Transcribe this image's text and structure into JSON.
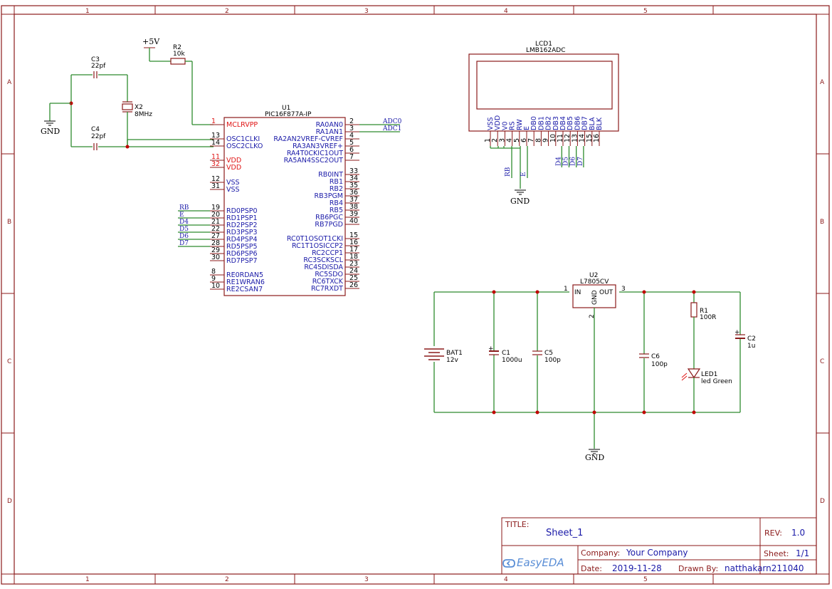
{
  "rulers": {
    "columns": [
      "1",
      "2",
      "3",
      "4",
      "5"
    ],
    "rows": [
      "A",
      "B",
      "C",
      "D"
    ]
  },
  "power": {
    "vcc_label": "+5V",
    "gnd_label": "GND"
  },
  "parts": {
    "r2": {
      "ref": "R2",
      "value": "10k"
    },
    "c3": {
      "ref": "C3",
      "value": "22pf"
    },
    "c4": {
      "ref": "C4",
      "value": "22pf"
    },
    "x2": {
      "ref": "X2",
      "value": "8MHz"
    },
    "u1": {
      "ref": "U1",
      "value": "PIC16F877A-IP"
    },
    "lcd1": {
      "ref": "LCD1",
      "value": "LMB162ADC"
    },
    "u2": {
      "ref": "U2",
      "value": "L7805CV"
    },
    "bat1": {
      "ref": "BAT1",
      "value": "12v"
    },
    "c1": {
      "ref": "C1",
      "value": "1000u"
    },
    "c5": {
      "ref": "C5",
      "value": "100p"
    },
    "c6": {
      "ref": "C6",
      "value": "100p"
    },
    "r1": {
      "ref": "R1",
      "value": "100R"
    },
    "led1": {
      "ref": "LED1",
      "value": "led Green"
    },
    "c2": {
      "ref": "C2",
      "value": "1u"
    }
  },
  "u1_left_pins": [
    {
      "num": "1",
      "name": "MCLRVPP",
      "red": true
    },
    {
      "num": "13",
      "name": "OSC1CLKI",
      "red": false
    },
    {
      "num": "14",
      "name": "OSC2CLKO",
      "red": false
    },
    {
      "num": "11",
      "name": "VDD",
      "red": true
    },
    {
      "num": "32",
      "name": "VDD",
      "red": true
    },
    {
      "num": "12",
      "name": "VSS",
      "red": false,
      "black": true
    },
    {
      "num": "31",
      "name": "VSS",
      "red": false,
      "black": true
    },
    {
      "num": "19",
      "name": "RD0PSP0",
      "red": false
    },
    {
      "num": "20",
      "name": "RD1PSP1",
      "red": false
    },
    {
      "num": "21",
      "name": "RD2PSP2",
      "red": false
    },
    {
      "num": "22",
      "name": "RD3PSP3",
      "red": false
    },
    {
      "num": "27",
      "name": "RD4PSP4",
      "red": false
    },
    {
      "num": "28",
      "name": "RD5PSP5",
      "red": false
    },
    {
      "num": "29",
      "name": "RD6PSP6",
      "red": false
    },
    {
      "num": "30",
      "name": "RD7PSP7",
      "red": false
    },
    {
      "num": "8",
      "name": "RE0RDAN5",
      "red": false
    },
    {
      "num": "9",
      "name": "RE1WRAN6",
      "red": false
    },
    {
      "num": "10",
      "name": "RE2CSAN7",
      "red": false
    }
  ],
  "u1_right_pins": [
    {
      "num": "2",
      "name": "RA0AN0"
    },
    {
      "num": "3",
      "name": "RA1AN1"
    },
    {
      "num": "4",
      "name": "RA2AN2VREF-CVREF"
    },
    {
      "num": "5",
      "name": "RA3AN3VREF+"
    },
    {
      "num": "6",
      "name": "RA4T0CKIC1OUT"
    },
    {
      "num": "7",
      "name": "RA5AN4SSC2OUT"
    },
    {
      "num": "33",
      "name": "RB0INT"
    },
    {
      "num": "34",
      "name": "RB1"
    },
    {
      "num": "35",
      "name": "RB2"
    },
    {
      "num": "36",
      "name": "RB3PGM"
    },
    {
      "num": "37",
      "name": "RB4"
    },
    {
      "num": "38",
      "name": "RB5"
    },
    {
      "num": "39",
      "name": "RB6PGC"
    },
    {
      "num": "40",
      "name": "RB7PGD"
    },
    {
      "num": "15",
      "name": "RC0T1OSOT1CKI"
    },
    {
      "num": "16",
      "name": "RC1T1OSICCP2"
    },
    {
      "num": "17",
      "name": "RC2CCP1"
    },
    {
      "num": "18",
      "name": "RC3SCKSCL"
    },
    {
      "num": "23",
      "name": "RC4SDISDA"
    },
    {
      "num": "24",
      "name": "RC5SDO"
    },
    {
      "num": "25",
      "name": "RC6TXCK"
    },
    {
      "num": "26",
      "name": "RC7RXDT"
    }
  ],
  "left_nets": [
    "RB",
    "E",
    "D4",
    "D5",
    "D6",
    "D7"
  ],
  "right_nets": [
    "ADC0",
    "ADC1"
  ],
  "lcd_pins": [
    {
      "num": "1",
      "name": "VSS"
    },
    {
      "num": "2",
      "name": "VDD"
    },
    {
      "num": "3",
      "name": "V0"
    },
    {
      "num": "4",
      "name": "RS"
    },
    {
      "num": "5",
      "name": "RW"
    },
    {
      "num": "6",
      "name": "E"
    },
    {
      "num": "7",
      "name": "DB0"
    },
    {
      "num": "8",
      "name": "DB1"
    },
    {
      "num": "9",
      "name": "DB2"
    },
    {
      "num": "10",
      "name": "DB3"
    },
    {
      "num": "11",
      "name": "DB4"
    },
    {
      "num": "12",
      "name": "DB5"
    },
    {
      "num": "13",
      "name": "DB6"
    },
    {
      "num": "14",
      "name": "DB7"
    },
    {
      "num": "15",
      "name": "BLA"
    },
    {
      "num": "16",
      "name": "BLK"
    }
  ],
  "lcd_nets": [
    "RB",
    "E",
    "D4",
    "D5",
    "D6",
    "D7"
  ],
  "u2_pins": {
    "in_num": "1",
    "in": "IN",
    "out": "OUT",
    "out_num": "3",
    "gnd": "GND",
    "gnd_num": "2"
  },
  "title_block": {
    "title_label": "TITLE:",
    "title": "Sheet_1",
    "rev_label": "REV:",
    "rev": "1.0",
    "company_label": "Company:",
    "company": "Your Company",
    "sheet_label": "Sheet:",
    "sheet": "1/1",
    "date_label": "Date:",
    "date": "2019-11-28",
    "drawn_label": "Drawn By:",
    "drawn_by": "natthakarn211040",
    "logo_text": "EasyEDA"
  }
}
